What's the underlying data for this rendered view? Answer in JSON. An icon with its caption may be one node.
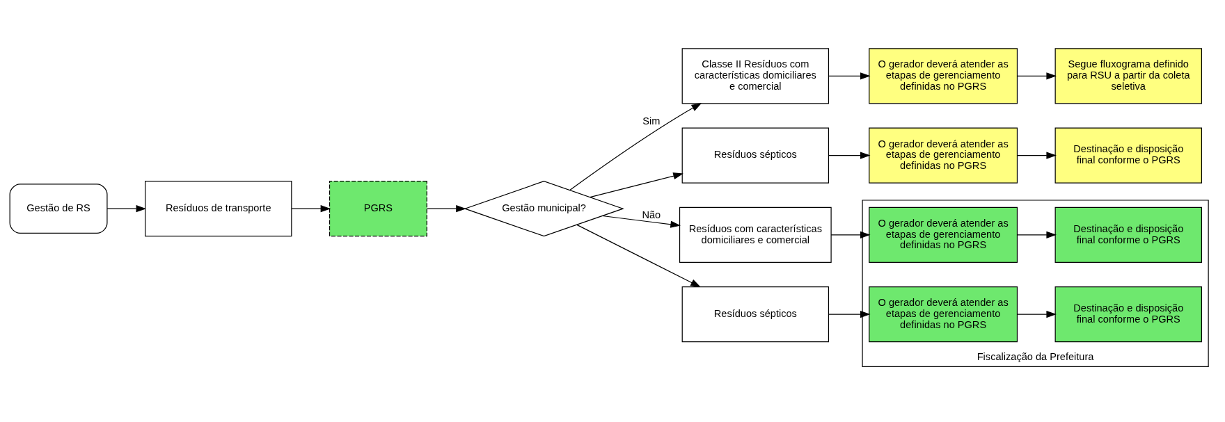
{
  "diagram": {
    "nodes": [
      {
        "text": [
          "Gestão de RS"
        ]
      },
      {
        "text": [
          "Resíduos de transporte"
        ]
      },
      {
        "text": [
          "PGRS"
        ]
      },
      {
        "text": [
          "Gestão municipal?"
        ]
      },
      {
        "text": [
          "Classe II Resíduos com características domiciliares e comercial"
        ]
      },
      {
        "text": [
          "O gerador deverá atender as etapas de gerenciamento definidas no PGRS"
        ]
      },
      {
        "text": [
          "Segue fluxograma definido para RSU a partir da coleta seletiva"
        ]
      },
      {
        "text": [
          "Resíduos sépticos"
        ]
      },
      {
        "text": [
          "O gerador deverá atender as etapas de gerenciamento definidas no PGRS"
        ]
      },
      {
        "text": [
          "Destinação e disposição final conforme o PGRS"
        ]
      },
      {
        "text": [
          "Resíduos com características domiciliares e comercial"
        ]
      },
      {
        "text": [
          "Fiscalização da Prefeitura"
        ]
      },
      {
        "text": [
          "O gerador deverá atender as etapas de gerenciamento definidas no PGRS"
        ],
        "in": 11
      },
      {
        "text": [
          "Destinação e disposição final conforme o PGRS"
        ],
        "in": 11
      },
      {
        "text": [
          "Resíduos sépticos"
        ]
      },
      {
        "text": [
          "O gerador deverá atender as etapas de gerenciamento definidas no PGRS"
        ],
        "in": 11
      },
      {
        "text": [
          "Destinação e disposição final conforme o PGRS"
        ],
        "in": 11
      }
    ],
    "edges": [
      {
        "from": 0,
        "to": 1,
        "arrow": "to"
      },
      {
        "from": 1,
        "to": 2,
        "arrow": "to"
      },
      {
        "from": 2,
        "to": 3,
        "arrow": "to"
      },
      {
        "from": 3,
        "to": 4,
        "arrow": "to",
        "label": "Sim"
      },
      {
        "from": 3,
        "to": 7,
        "arrow": "to"
      },
      {
        "from": 3,
        "to": 10,
        "arrow": "to",
        "label": "Não"
      },
      {
        "from": 3,
        "to": 14,
        "arrow": "to"
      },
      {
        "from": 4,
        "to": 5,
        "arrow": "to"
      },
      {
        "from": 5,
        "to": 6,
        "arrow": "to"
      },
      {
        "from": 7,
        "to": 8,
        "arrow": "to"
      },
      {
        "from": 8,
        "to": 9,
        "arrow": "to"
      },
      {
        "from": 10,
        "to": 12,
        "arrow": "to"
      },
      {
        "from": 12,
        "to": 13,
        "arrow": "to"
      },
      {
        "from": 14,
        "to": 15,
        "arrow": "to"
      },
      {
        "from": 15,
        "to": 16,
        "arrow": "to"
      }
    ]
  }
}
